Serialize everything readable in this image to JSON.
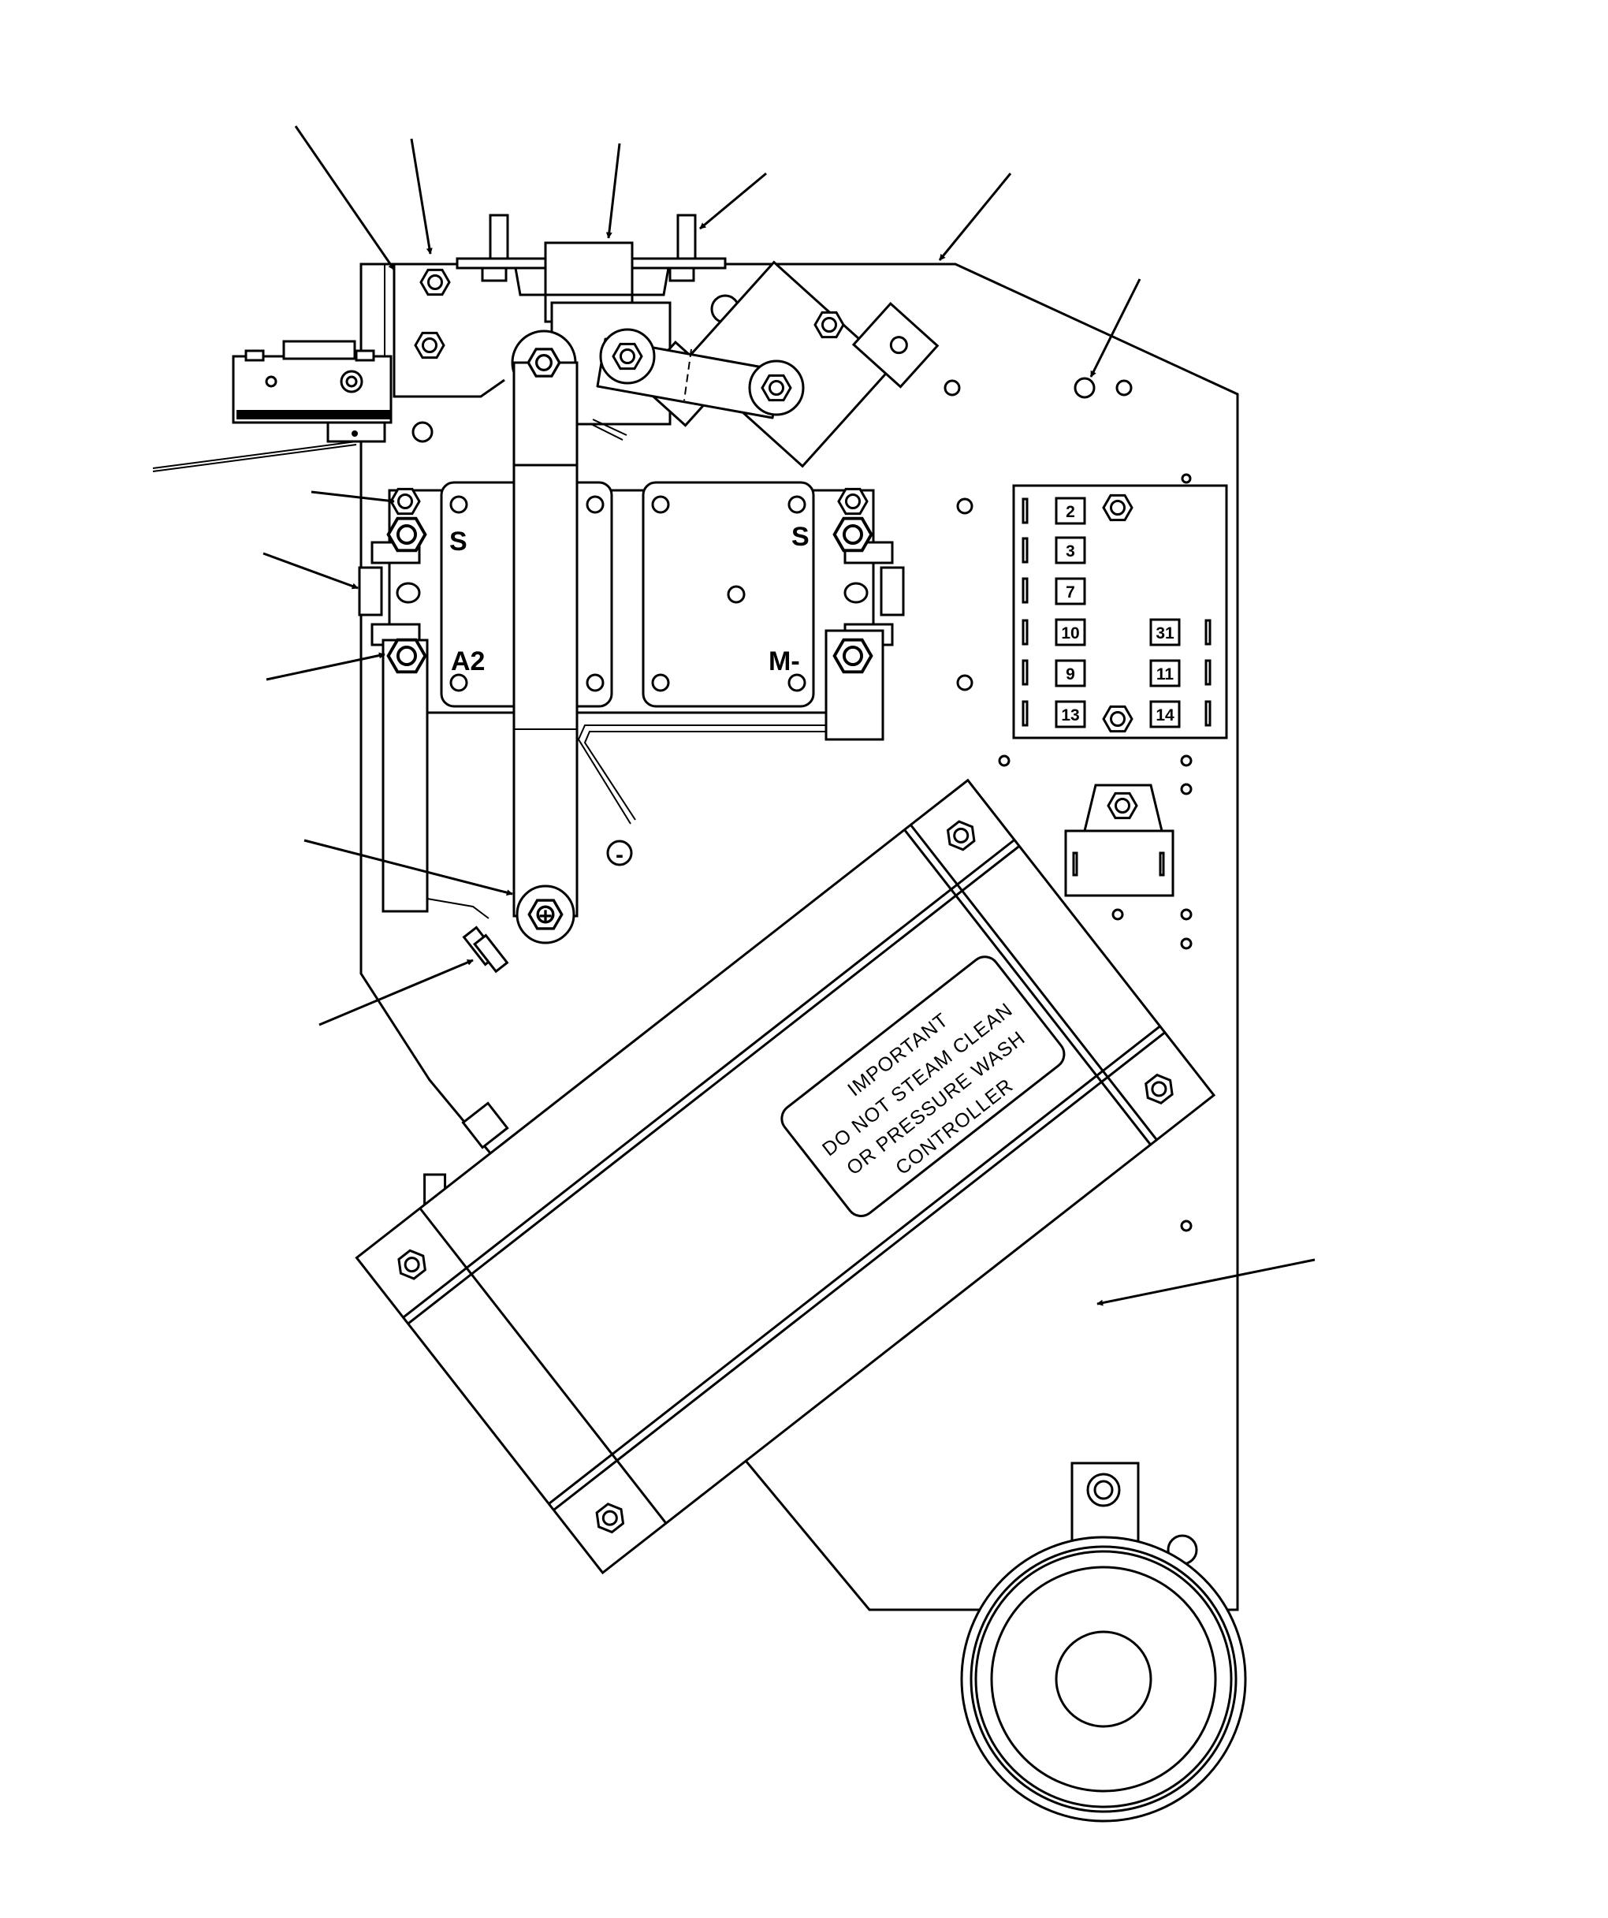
{
  "terminals": {
    "s_left": "S",
    "a2": "A2",
    "s_right": "S",
    "m_minus": "M-",
    "plus": "+",
    "minus": "-"
  },
  "terminal_strip": [
    "2",
    "3",
    "7",
    "10",
    "9",
    "13",
    "31",
    "11",
    "14"
  ],
  "decal": {
    "line1": "IMPORTANT",
    "line2": "DO NOT STEAM CLEAN",
    "line3": "OR PRESSURE WASH",
    "line4": "CONTROLLER"
  }
}
